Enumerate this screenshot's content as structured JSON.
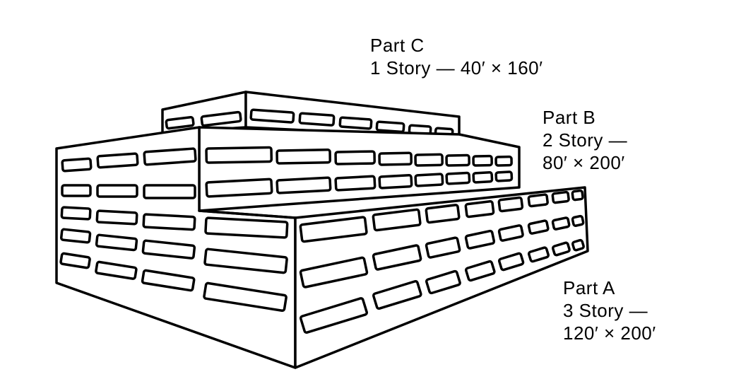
{
  "diagram": {
    "type": "isometric-building-sketch",
    "stroke_color": "#000000",
    "background_color": "#ffffff"
  },
  "labels": {
    "part_c": {
      "title": "Part C",
      "line1": "1 Story — 40′ × 160′"
    },
    "part_b": {
      "title": "Part B",
      "line1": "2 Story —",
      "line2": "80′ × 200′"
    },
    "part_a": {
      "title": "Part A",
      "line1": "3 Story —",
      "line2": "120′ × 200′"
    }
  }
}
